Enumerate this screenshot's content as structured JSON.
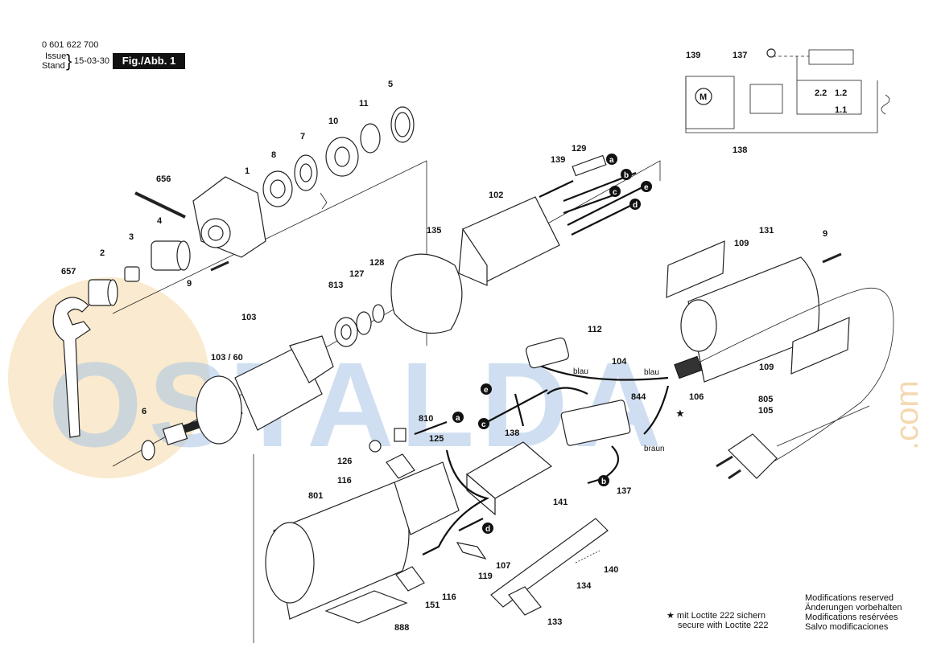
{
  "header": {
    "doc_number": "0 601 622 700",
    "issue_label": "Issue",
    "stand_label": "Stand",
    "date": "15-03-30",
    "figure": "Fig./Abb. 1"
  },
  "watermark": {
    "main": "OSTALDA",
    "com": ".com"
  },
  "part_labels": {
    "p5": "5",
    "p11": "11",
    "p10": "10",
    "p7": "7",
    "p8": "8",
    "p1": "1",
    "p656": "656",
    "p4": "4",
    "p3": "3",
    "p2": "2",
    "p657": "657",
    "p9a": "9",
    "p103": "103",
    "p103_60": "103 / 60",
    "p813": "813",
    "p127": "127",
    "p128": "128",
    "p6": "6",
    "p135": "135",
    "p102": "102",
    "p139": "139",
    "p129": "129",
    "p131": "131",
    "p109a": "109",
    "p109b": "109",
    "p9b": "9",
    "p112": "112",
    "p104": "104",
    "p844": "844",
    "p106": "106",
    "p138": "138",
    "p137": "137",
    "p810": "810",
    "p125": "125",
    "p126": "126",
    "p116a": "116",
    "p801": "801",
    "p141": "141",
    "p107": "107",
    "p119": "119",
    "p134": "134",
    "p140": "140",
    "p116b": "116",
    "p151": "151",
    "p888": "888",
    "p133": "133",
    "p805": "805",
    "p105": "105"
  },
  "schematic_labels": {
    "s139": "139",
    "s137": "137",
    "s138": "138",
    "motor": "M",
    "c22": "2.2",
    "c12": "1.2",
    "c11": "1.1"
  },
  "wire_labels": {
    "blau1": "blau",
    "blau2": "blau",
    "braun": "braun"
  },
  "connector_tags": [
    "a",
    "b",
    "c",
    "e",
    "d",
    "e",
    "c",
    "b",
    "a",
    "d"
  ],
  "loctite_note": {
    "line1": "mit Loctite 222 sichern",
    "line2": "secure with Loctite 222"
  },
  "footer": {
    "line1": "Modifications reserved",
    "line2": "Änderungen vorbehalten",
    "line3": "Modifications resérvées",
    "line4": "Salvo modificaciones"
  }
}
